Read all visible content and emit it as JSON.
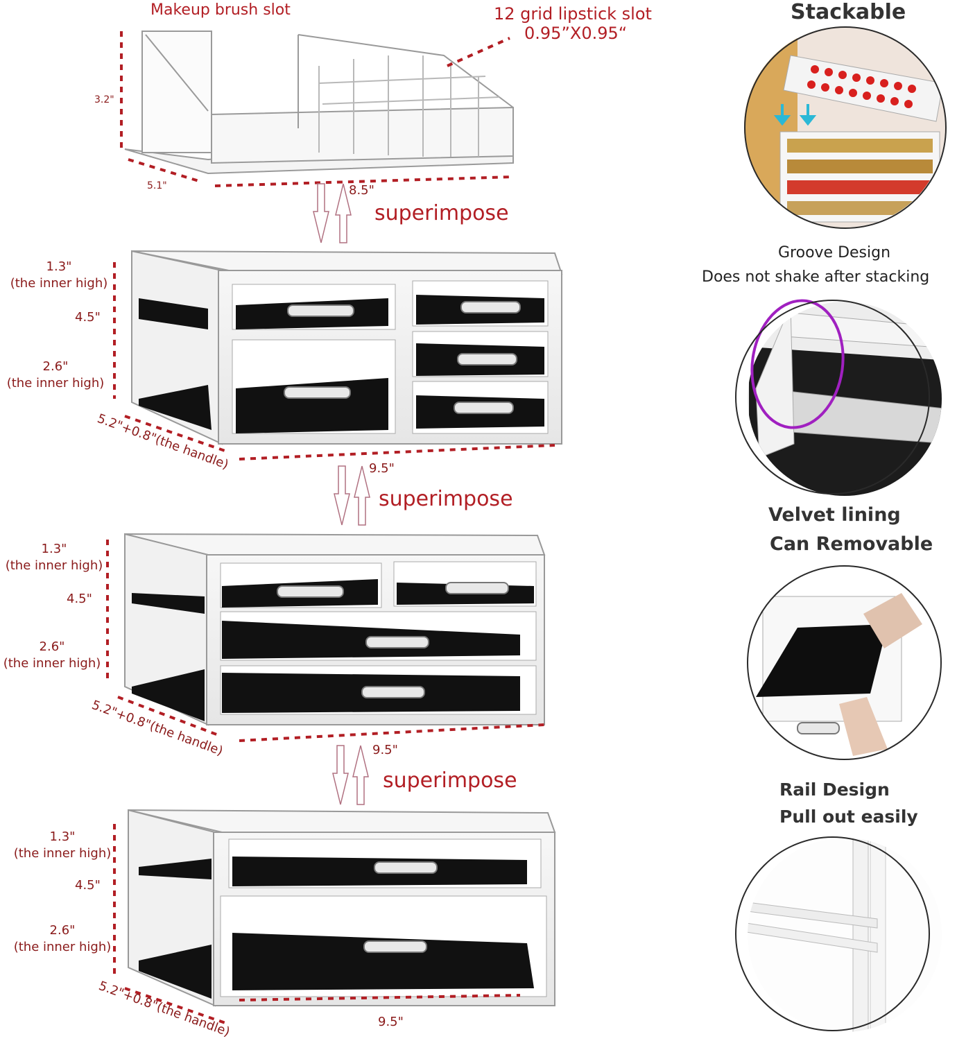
{
  "top_organizer": {
    "brush_slot_label": "Makeup brush slot",
    "lipstick_label_line1": "12 grid lipstick slot",
    "lipstick_label_line2": "0.95”X0.95“",
    "height": "3.2\"",
    "depth": "5.1\"",
    "width": "8.5\""
  },
  "superimpose_label": "superimpose",
  "drawer_units": [
    {
      "top_inner": [
        "1.3\"",
        "(the inner high)"
      ],
      "height": "4.5\"",
      "bottom_inner": [
        "2.6\"",
        "(the inner high)"
      ],
      "depth": "5.2\"+0.8\"(the handle)",
      "width": "9.5\""
    },
    {
      "top_inner": [
        "1.3\"",
        "(the inner high)"
      ],
      "height": "4.5\"",
      "bottom_inner": [
        "2.6\"",
        "(the inner high)"
      ],
      "depth": "5.2\"+0.8\"(the handle)",
      "width": "9.5\""
    },
    {
      "top_inner": [
        "1.3\"",
        "(the inner high)"
      ],
      "height": "4.5\"",
      "bottom_inner": [
        "2.6\"",
        "(the inner high)"
      ],
      "depth": "5.2\"+0.8\"(the handle)",
      "width": "9.5\""
    }
  ],
  "features": {
    "stackable": "Stackable",
    "groove_1": "Groove Design",
    "groove_2": "Does not shake after stacking",
    "velvet_1": "Velvet lining",
    "velvet_2": "Can Removable",
    "rail_1": "Rail Design",
    "rail_2": "Pull out easily"
  },
  "colors": {
    "dimension_red": "#b21e24",
    "velvet": "#111111",
    "highlight_purple": "#a020c0"
  }
}
